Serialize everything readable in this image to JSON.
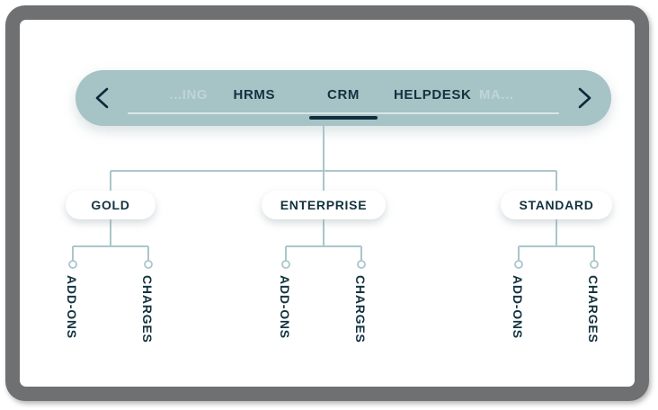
{
  "navbar": {
    "prev_arrow": "chevron-left",
    "next_arrow": "chevron-right",
    "tabs": [
      {
        "label": "...ING",
        "state": "partial-left"
      },
      {
        "label": "HRMS",
        "state": "inactive"
      },
      {
        "label": "CRM",
        "state": "active"
      },
      {
        "label": "HELPDESK",
        "state": "inactive"
      },
      {
        "label": "MA...",
        "state": "partial-right"
      }
    ],
    "active_tab": "CRM",
    "background_color": "#a6c3c6",
    "text_color": "#13323f",
    "faded_text_color": "#bfd5d7",
    "active_underline_color": "#132f3d",
    "track_color": "#d9e6e7"
  },
  "tree": {
    "root": "CRM",
    "line_color": "#aac6cb",
    "connector_ring_color": "#aac6cb",
    "node_text_color": "#13323f",
    "nodes": [
      {
        "label": "GOLD",
        "children": [
          {
            "label": "ADD-ONS"
          },
          {
            "label": "CHARGES"
          }
        ]
      },
      {
        "label": "ENTERPRISE",
        "children": [
          {
            "label": "ADD-ONS"
          },
          {
            "label": "CHARGES"
          }
        ]
      },
      {
        "label": "STANDARD",
        "children": [
          {
            "label": "ADD-ONS"
          },
          {
            "label": "CHARGES"
          }
        ]
      }
    ]
  },
  "frame": {
    "bezel_color": "#6f7071",
    "screen_color": "#ffffff"
  }
}
